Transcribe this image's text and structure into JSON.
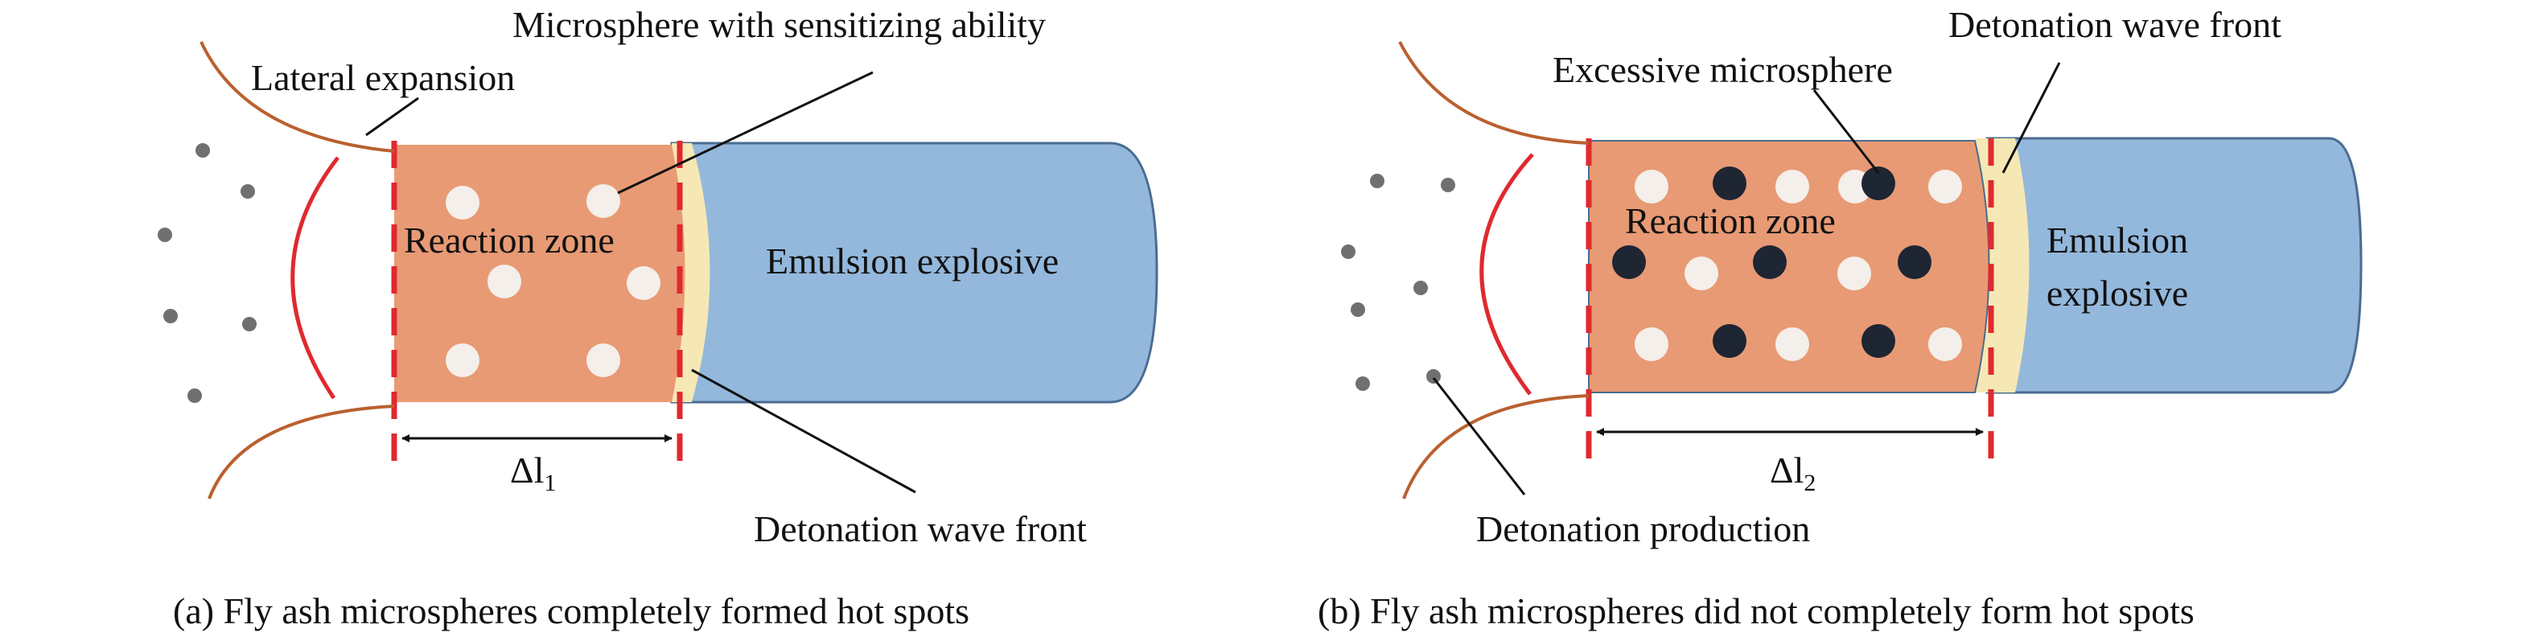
{
  "colors": {
    "reaction_zone": "#E89A74",
    "explosive": "#93B8DC",
    "wave_front": "#F6E8B4",
    "dashed_line": "#DF2A2F",
    "product_curve": "#B9602F",
    "empty_microsphere": "#F4EFEA",
    "filled_microsphere": "#1E2533",
    "product_dot": "#707070"
  },
  "panel_a": {
    "label_microsphere": "Microsphere with sensitizing ability",
    "label_lateral": "Lateral expansion",
    "label_reaction": "Reaction zone",
    "label_explosive": "Emulsion explosive",
    "label_wave": "Detonation wave front",
    "label_dim": "Δl",
    "label_dim_sub": "1",
    "caption": "(a) Fly ash microspheres completely formed hot spots"
  },
  "panel_b": {
    "label_wave": "Detonation wave front",
    "label_excessive": "Excessive microsphere",
    "label_reaction": "Reaction zone",
    "label_explosive_1": "Emulsion",
    "label_explosive_2": "explosive",
    "label_production": "Detonation production",
    "label_dim": "Δl",
    "label_dim_sub": "2",
    "caption": "(b) Fly ash microspheres did not completely form hot spots"
  }
}
